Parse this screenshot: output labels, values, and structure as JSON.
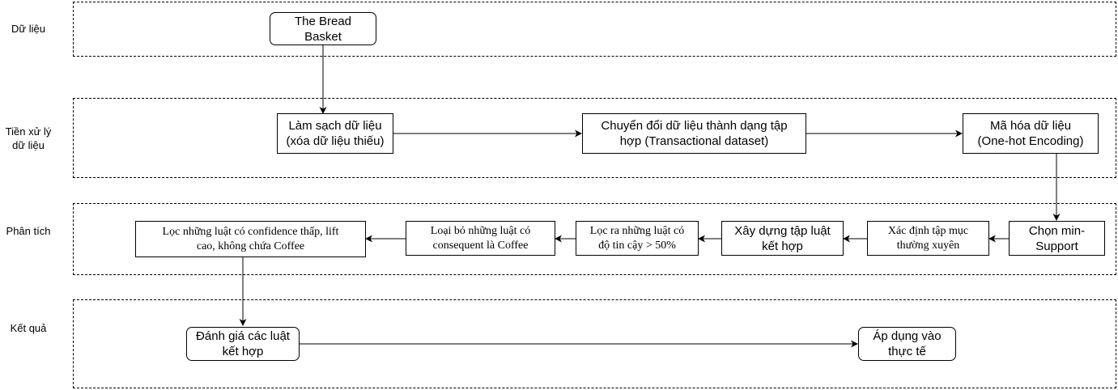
{
  "lanes": {
    "data": "Dữ liệu",
    "preprocess": "Tiền xử lý\ndữ liệu",
    "analysis": "Phân tích",
    "result": "Kết quả"
  },
  "nodes": {
    "bread_basket": "The Bread\nBasket",
    "clean_data": "Làm sạch dữ liệu\n(xóa dữ liệu thiếu)",
    "transform": "Chuyển đổi dữ liệu thành dạng tập\nhợp (Transactional dataset)",
    "encode": "Mã hóa dữ liệu\n(One-hot Encoding)",
    "min_support": "Chọn min-\nSupport",
    "frequent_itemsets": "Xác định tập mục\nthường xuyên",
    "build_rules": "Xây dựng tập luật\nkết hợp",
    "filter_confidence": "Lọc ra những luật có\nđộ tin cậy > 50%",
    "remove_coffee": "Loại bỏ những luật có\nconsequent là Coffee",
    "filter_low_conf": "Lọc những luật có confidence thấp, lift\ncao, không chứa Coffee",
    "evaluate": "Đánh giá các luật\nkết hợp",
    "apply": "Áp dụng vào\nthực tế"
  },
  "colors": {
    "stroke": "#000000",
    "fill": "#ffffff"
  }
}
